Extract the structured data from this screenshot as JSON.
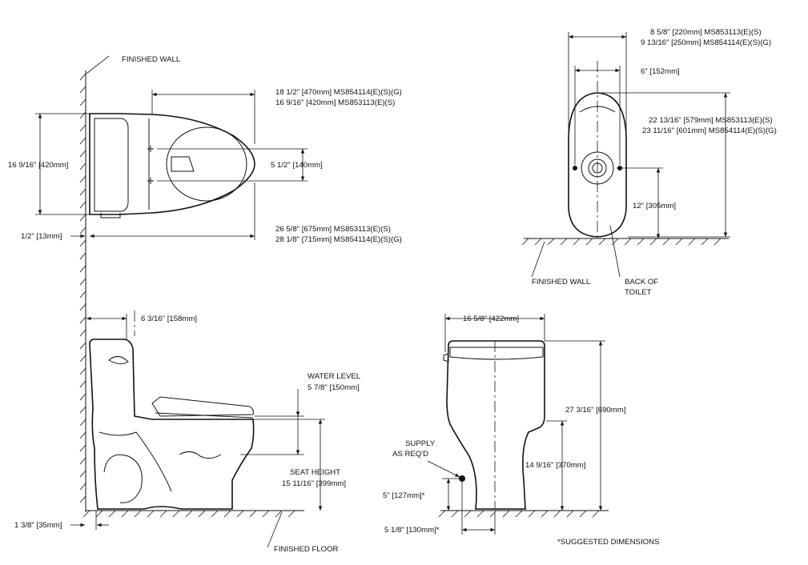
{
  "plan_view": {
    "wall_label": "FINISHED WALL",
    "length_dim_1": "18 1/2\" [470mm] MS854114(E)(S)(G)",
    "length_dim_2": "16 9/16\" [420mm] MS853113(E)(S)",
    "width_dim": "16 9/16\" [420mm]",
    "bolt_spacing_dim": "5 1/2\" [140mm]",
    "wall_gap_dim": "1/2\" [13mm]",
    "overall_length_1": "26 5/8\" [675mm] MS853113(E)(S)",
    "overall_length_2": "28 1/8\" [715mm] MS854114(E)(S)(G)"
  },
  "floor_plan": {
    "width_dim_1": "8 5/8\" [220mm] MS853113(E)(S)",
    "width_dim_2": "9 13/16\" [250mm] MS854114(E)(S)(G)",
    "bolt_dim": "6\" [152mm]",
    "length_dim_1": "22 13/16\" [579mm] MS853113(E)(S)",
    "length_dim_2": "23 11/16\" [601mm] MS854114(E)(S)(G)",
    "rough_in_dim": "12\" [305mm]",
    "wall_label": "FINISHED WALL",
    "back_label_1": "BACK OF",
    "back_label_2": "TOILET"
  },
  "side_view": {
    "tank_depth_dim": "6 3/16\" [158mm]",
    "water_level_label": "WATER LEVEL",
    "water_level_dim": "5 7/8\" [150mm]",
    "seat_height_label": "SEAT HEIGHT",
    "seat_height_dim": "15 11/16\" [399mm]",
    "base_offset_dim": "1 3/8\" [35mm]",
    "floor_label": "FINISHED FLOOR"
  },
  "front_view": {
    "tank_width_dim": "16 5/8\" [422mm]",
    "overall_height_dim": "27 3/16\" [690mm]",
    "rim_height_dim": "14 9/16\" [370mm]",
    "supply_label_1": "SUPPLY",
    "supply_label_2": "AS REQ'D",
    "supply_height_dim": "5\" [127mm]*",
    "supply_offset_dim": "5 1/8\" [130mm]*"
  },
  "footnote": "*SUGGESTED DIMENSIONS"
}
